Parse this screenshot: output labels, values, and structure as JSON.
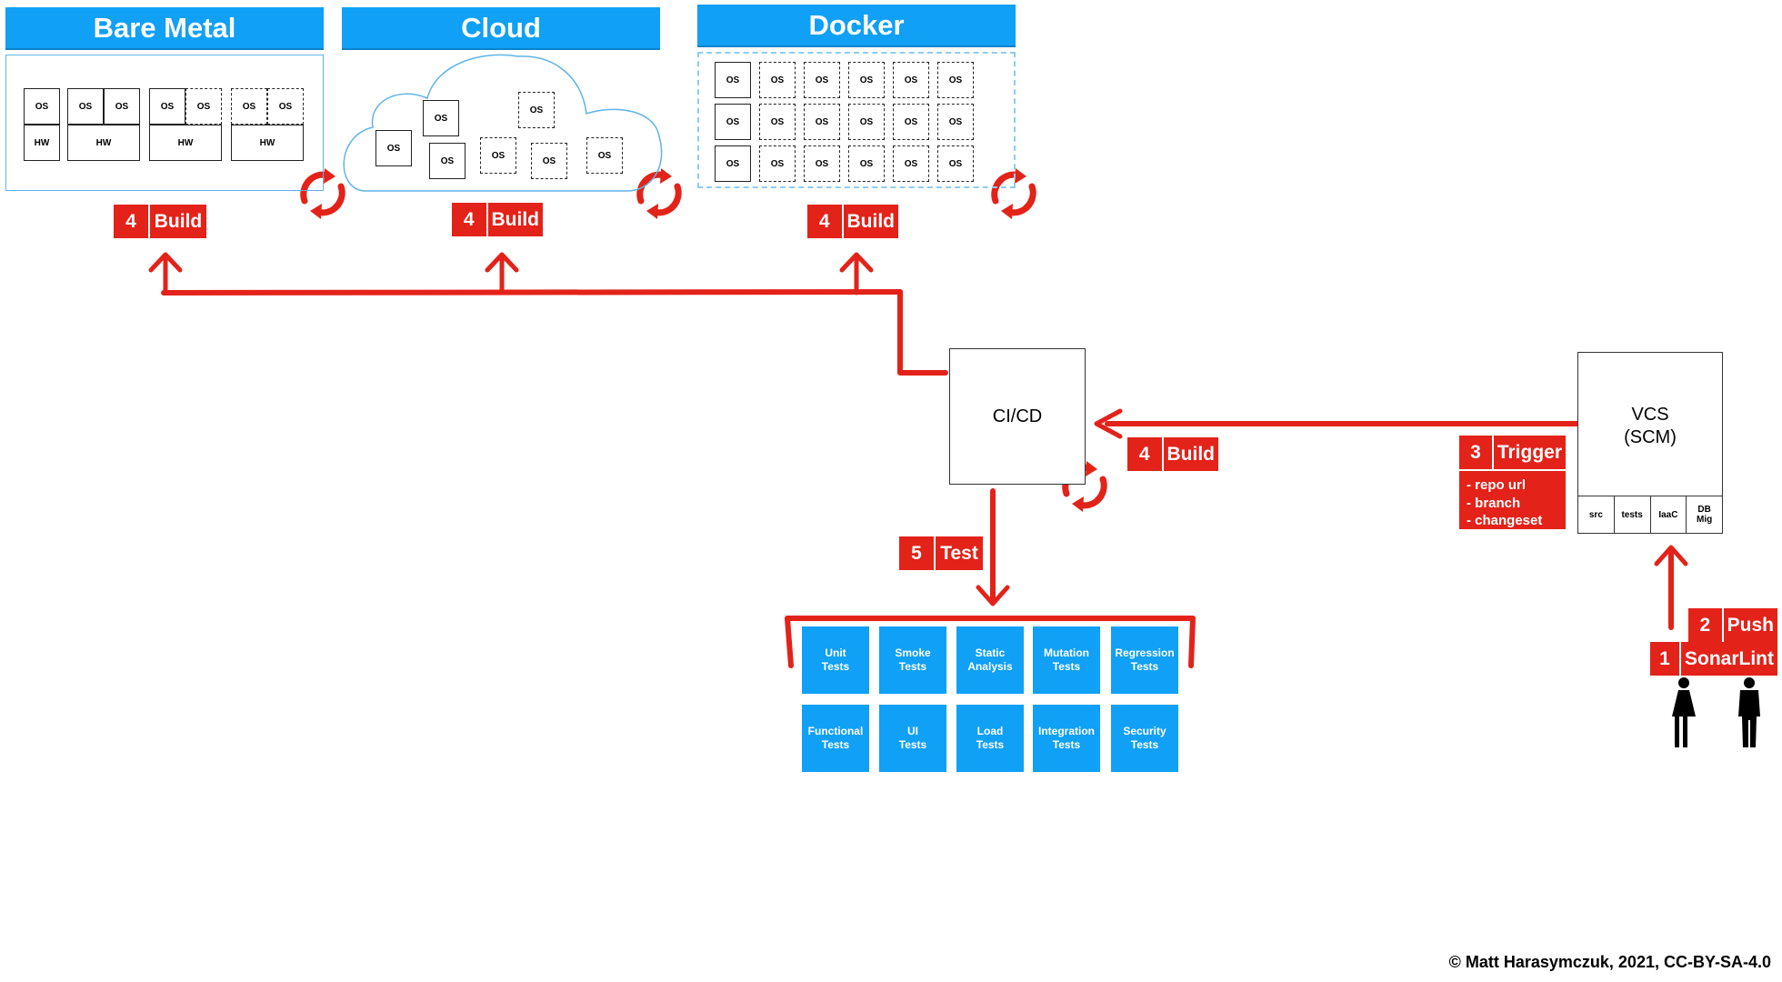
{
  "environments": {
    "bare_metal": {
      "title": "Bare Metal",
      "os_label": "OS",
      "hw_label": "HW"
    },
    "cloud": {
      "title": "Cloud",
      "os_label": "OS"
    },
    "docker": {
      "title": "Docker",
      "os_label": "OS"
    }
  },
  "steps": {
    "build": {
      "number": "4",
      "label": "Build"
    },
    "test": {
      "number": "5",
      "label": "Test"
    },
    "trigger": {
      "number": "3",
      "label": "Trigger",
      "notes": [
        "- repo url",
        "- branch",
        "- changeset"
      ]
    },
    "push": {
      "number": "2",
      "label": "Push"
    },
    "sonarlint": {
      "number": "1",
      "label": "SonarLint"
    }
  },
  "cicd": {
    "label": "CI/CD"
  },
  "vcs": {
    "label_line1": "VCS",
    "label_line2": "(SCM)",
    "sections": [
      {
        "line1": "src",
        "line2": ""
      },
      {
        "line1": "tests",
        "line2": ""
      },
      {
        "line1": "IaaC",
        "line2": ""
      },
      {
        "line1": "DB",
        "line2": "Mig"
      }
    ]
  },
  "tests": [
    {
      "line1": "Unit",
      "line2": "Tests"
    },
    {
      "line1": "Smoke",
      "line2": "Tests"
    },
    {
      "line1": "Static",
      "line2": "Analysis"
    },
    {
      "line1": "Mutation",
      "line2": "Tests"
    },
    {
      "line1": "Regression",
      "line2": "Tests"
    },
    {
      "line1": "Functional",
      "line2": "Tests"
    },
    {
      "line1": "UI",
      "line2": "Tests"
    },
    {
      "line1": "Load",
      "line2": "Tests"
    },
    {
      "line1": "Integration",
      "line2": "Tests"
    },
    {
      "line1": "Security",
      "line2": "Tests"
    }
  ],
  "copyright": "© Matt Harasymczuk, 2021, CC-BY-SA-4.0",
  "colors": {
    "accent_blue": "#10a0f6",
    "accent_red": "#e32219"
  },
  "icons": [
    "refresh-cycle-icon",
    "arrow-up-icon",
    "arrow-down-icon",
    "arrow-left-icon",
    "woman-icon",
    "man-icon"
  ]
}
